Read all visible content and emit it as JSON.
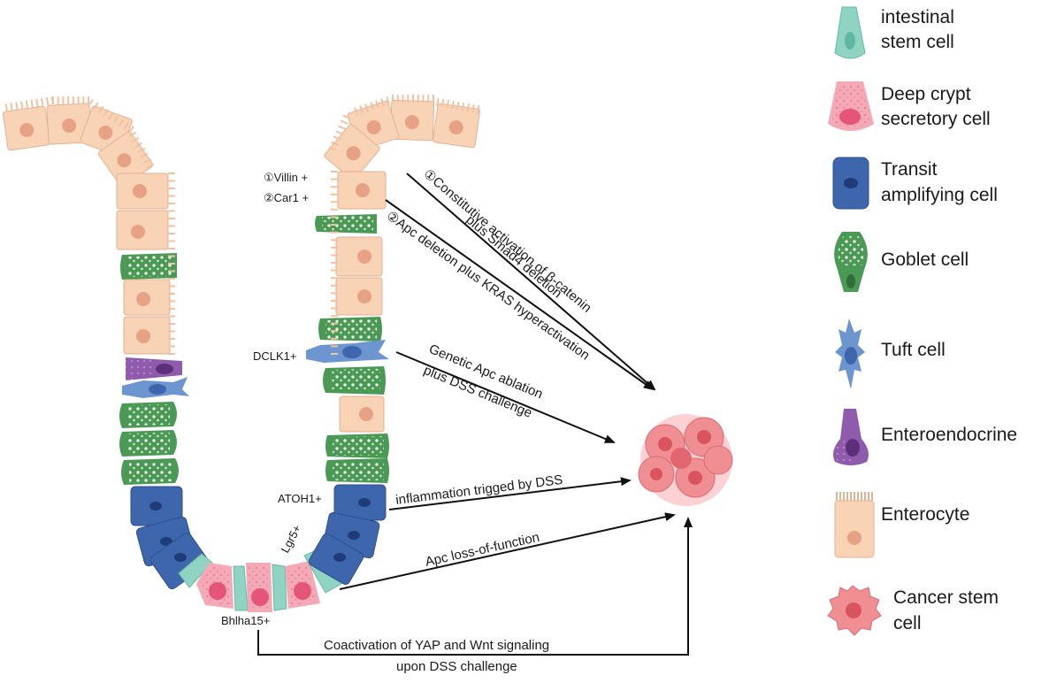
{
  "marker_labels": {
    "villin": "①Villin +",
    "car1": "②Car1 +",
    "dclk1": "DCLK1+",
    "atoh1": "ATOH1+",
    "lgr5": "Lgr5+",
    "bhlha15": "Bhlha15+"
  },
  "pathway_labels": {
    "beta_catenin_1": "①Constitutive activation of β-catenin",
    "beta_catenin_2": "plus Smad4 deletion",
    "apc_kras": "②Apc deletion plus KRAS hyperactivation",
    "apc_dss_1": "Genetic Apc ablation",
    "apc_dss_2": "plus DSS challenge",
    "inflammation": "inflammation trigged by DSS",
    "apc_lof": "Apc loss-of-function",
    "yap_wnt_1": "Coactivation of  YAP and Wnt signaling",
    "yap_wnt_2": "upon DSS challenge"
  },
  "legend": [
    {
      "icon": "intestinal-stem-cell-icon",
      "line1": "intestinal",
      "line2": "stem cell"
    },
    {
      "icon": "deep-crypt-secretory-cell-icon",
      "line1": "Deep crypt",
      "line2": "secretory cell"
    },
    {
      "icon": "transit-amplifying-cell-icon",
      "line1": "Transit",
      "line2": "amplifying cell"
    },
    {
      "icon": "goblet-cell-icon",
      "line1": "Goblet cell",
      "line2": ""
    },
    {
      "icon": "tuft-cell-icon",
      "line1": "Tuft cell",
      "line2": ""
    },
    {
      "icon": "enteroendocrine-icon",
      "line1": "Enteroendocrine",
      "line2": ""
    },
    {
      "icon": "enterocyte-icon",
      "line1": "Enterocyte",
      "line2": ""
    },
    {
      "icon": "cancer-stem-cell-icon",
      "line1": "Cancer stem",
      "line2": "cell"
    }
  ],
  "colors": {
    "enterocyte": "#f8d3b6",
    "enterocyte_nucleus": "#e7a285",
    "goblet": "#4a9a55",
    "transit": "#3e66ad",
    "stem": "#8fd3c3",
    "secretory": "#f4a9b6",
    "secretory_nucleus": "#e55479",
    "tuft": "#6d95d0",
    "enteroendocrine": "#8e5bad",
    "cancer": "#f08f93"
  }
}
